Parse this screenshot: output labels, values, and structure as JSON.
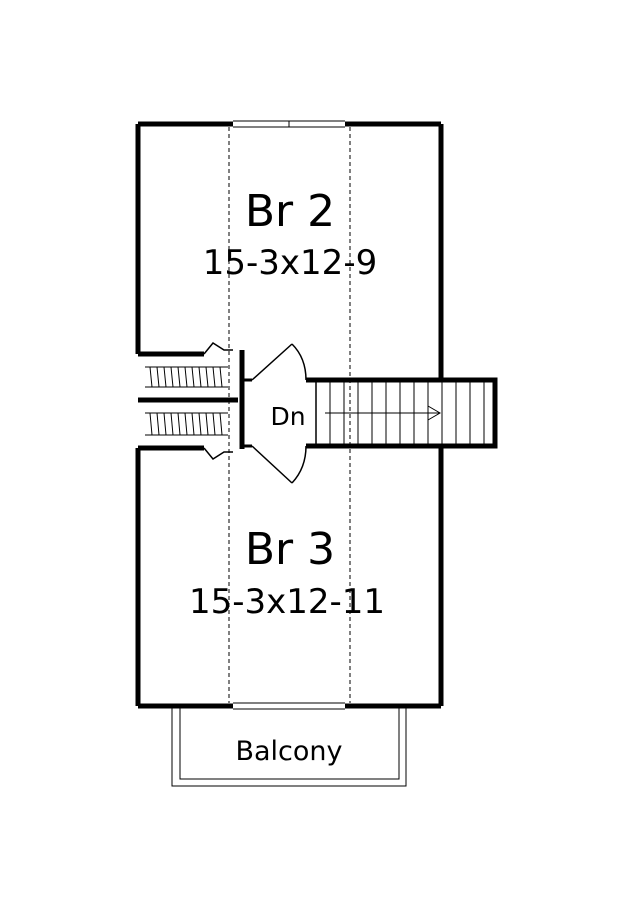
{
  "rooms": {
    "br2": {
      "name": "Br 2",
      "size": "15-3x12-9"
    },
    "br3": {
      "name": "Br 3",
      "size": "15-3x12-11"
    },
    "balcony": {
      "name": "Balcony"
    }
  },
  "stairs": {
    "label": "Dn"
  },
  "colors": {
    "line": "#000000",
    "background": "#ffffff"
  }
}
